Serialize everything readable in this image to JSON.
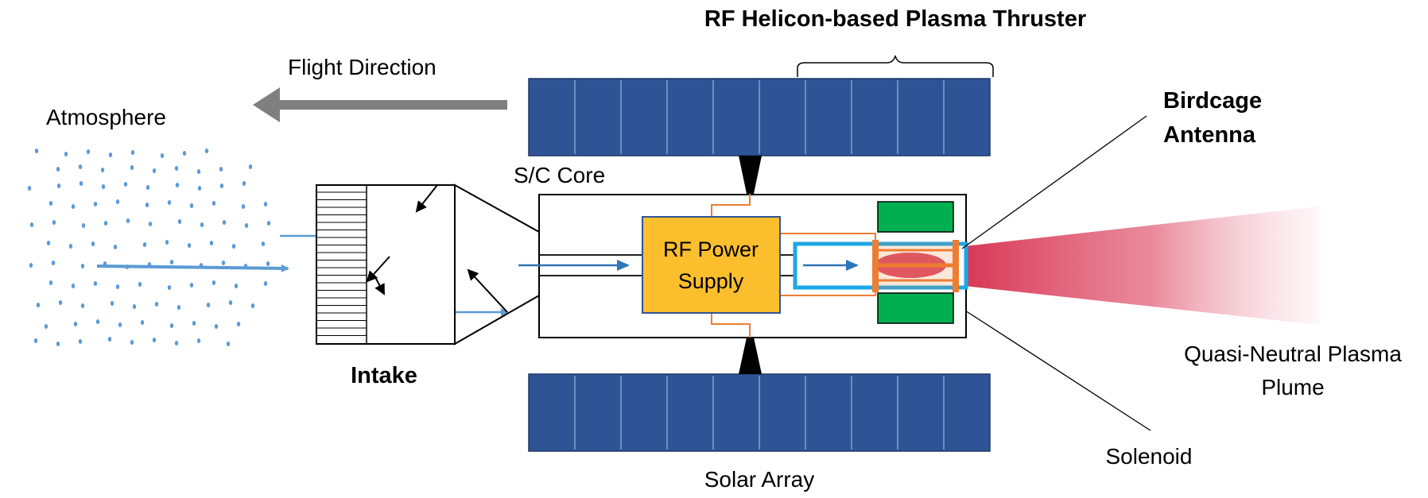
{
  "labels": {
    "thruster_title": "RF Helicon-based Plasma Thruster",
    "flight_direction": "Flight Direction",
    "atmosphere": "Atmosphere",
    "sc_core": "S/C Core",
    "rf_power_line1": "RF Power",
    "rf_power_line2": "Supply",
    "birdcage_line1": "Birdcage",
    "birdcage_line2": "Antenna",
    "intake": "Intake",
    "plume_line1": "Quasi-Neutral Plasma",
    "plume_line2": "Plume",
    "solenoid": "Solenoid",
    "solar_array": "Solar Array"
  },
  "colors": {
    "solar_panel": "#2F5496",
    "rf_supply": "#FBBF2D",
    "solenoid": "#00B050",
    "wiring": "#ED7D31",
    "discharge_tube": "#1EA7E6",
    "flow_arrow": "#5B9BD5",
    "flight_arrow": "#7F7F7F",
    "plume": "#D6304F"
  }
}
